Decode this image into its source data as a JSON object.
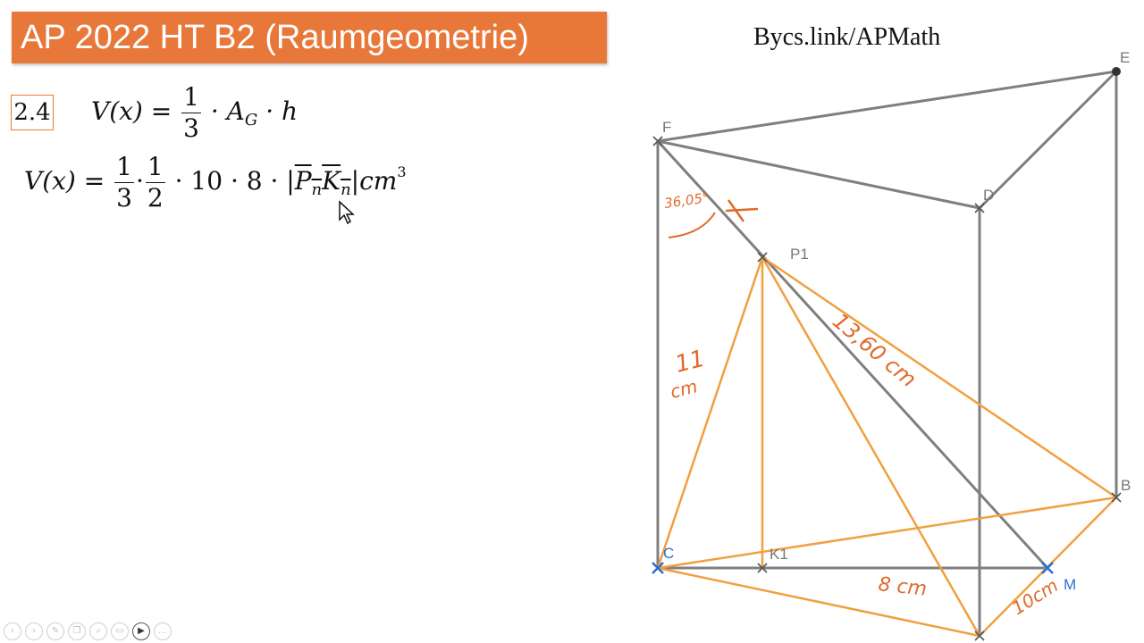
{
  "title": "AP 2022 HT B2 (Raumgeometrie)",
  "link": "Bycs.link/APMath",
  "task_number": "2.4",
  "formula1": {
    "lhs": "V(x) =",
    "frac_num": "1",
    "frac_den": "3",
    "rest_a": "· A",
    "rest_sub": "G",
    "rest_b": "· h"
  },
  "formula2": {
    "lhs": "V(x) =",
    "f1_num": "1",
    "f1_den": "3",
    "f2_num": "1",
    "f2_den": "2",
    "middle": "· 10 · 8 · |",
    "seg_P": "P",
    "seg_P_sub": "n",
    "seg_K": "K",
    "seg_K_sub": "n",
    "unit": "|cm",
    "unit_exp": "3"
  },
  "points": {
    "E": "E",
    "F": "F",
    "D": "D",
    "P1": "P1",
    "B": "B",
    "C": "C",
    "K1": "K1",
    "M": "M"
  },
  "annotations": {
    "angle": "36,05°",
    "edge_ck": "11",
    "edge_ck_unit": "cm",
    "diag": "13,60 cm",
    "base": "8 cm",
    "mb": "10cm"
  },
  "colors": {
    "banner": "#e8783a",
    "prism_edges": "#7f7f7f",
    "pyramid_edges": "#f0a040",
    "handwriting": "#e06a2a",
    "point_blue": "#2a6fd0"
  },
  "toolbar": [
    "prev-icon",
    "next-icon",
    "pen-icon",
    "copy-icon",
    "zoom-icon",
    "screen-icon",
    "video-icon",
    "more-icon"
  ]
}
